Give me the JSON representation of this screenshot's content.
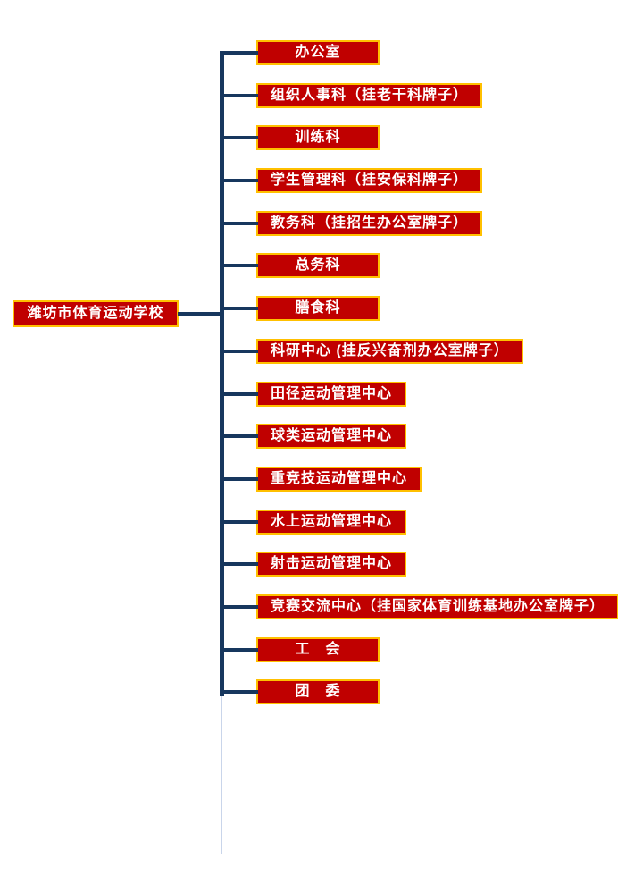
{
  "root": {
    "label": "潍坊市体育运动学校"
  },
  "departments": [
    "办公室",
    "组织人事科（挂老干科牌子）",
    "训练科",
    "学生管理科（挂安保科牌子）",
    "教务科（挂招生办公室牌子）",
    "总务科",
    "膳食科",
    "科研中心 (挂反兴奋剂办公室牌子）",
    "田径运动管理中心",
    "球类运动管理中心",
    "重竞技运动管理中心",
    "水上运动管理中心",
    "射击运动管理中心",
    "竞赛交流中心（挂国家体育训练基地办公室牌子）",
    "工　会",
    "团　委"
  ],
  "colors": {
    "box_fill": "#c00000",
    "box_border": "#ffc000",
    "box_text": "#ffffff",
    "connector_line": "#17375e",
    "faint_line": "#c9d5ea",
    "background": "#ffffff"
  },
  "diagram": {
    "type": "org-chart",
    "orientation": "root-left-children-right",
    "node_count": 17
  }
}
